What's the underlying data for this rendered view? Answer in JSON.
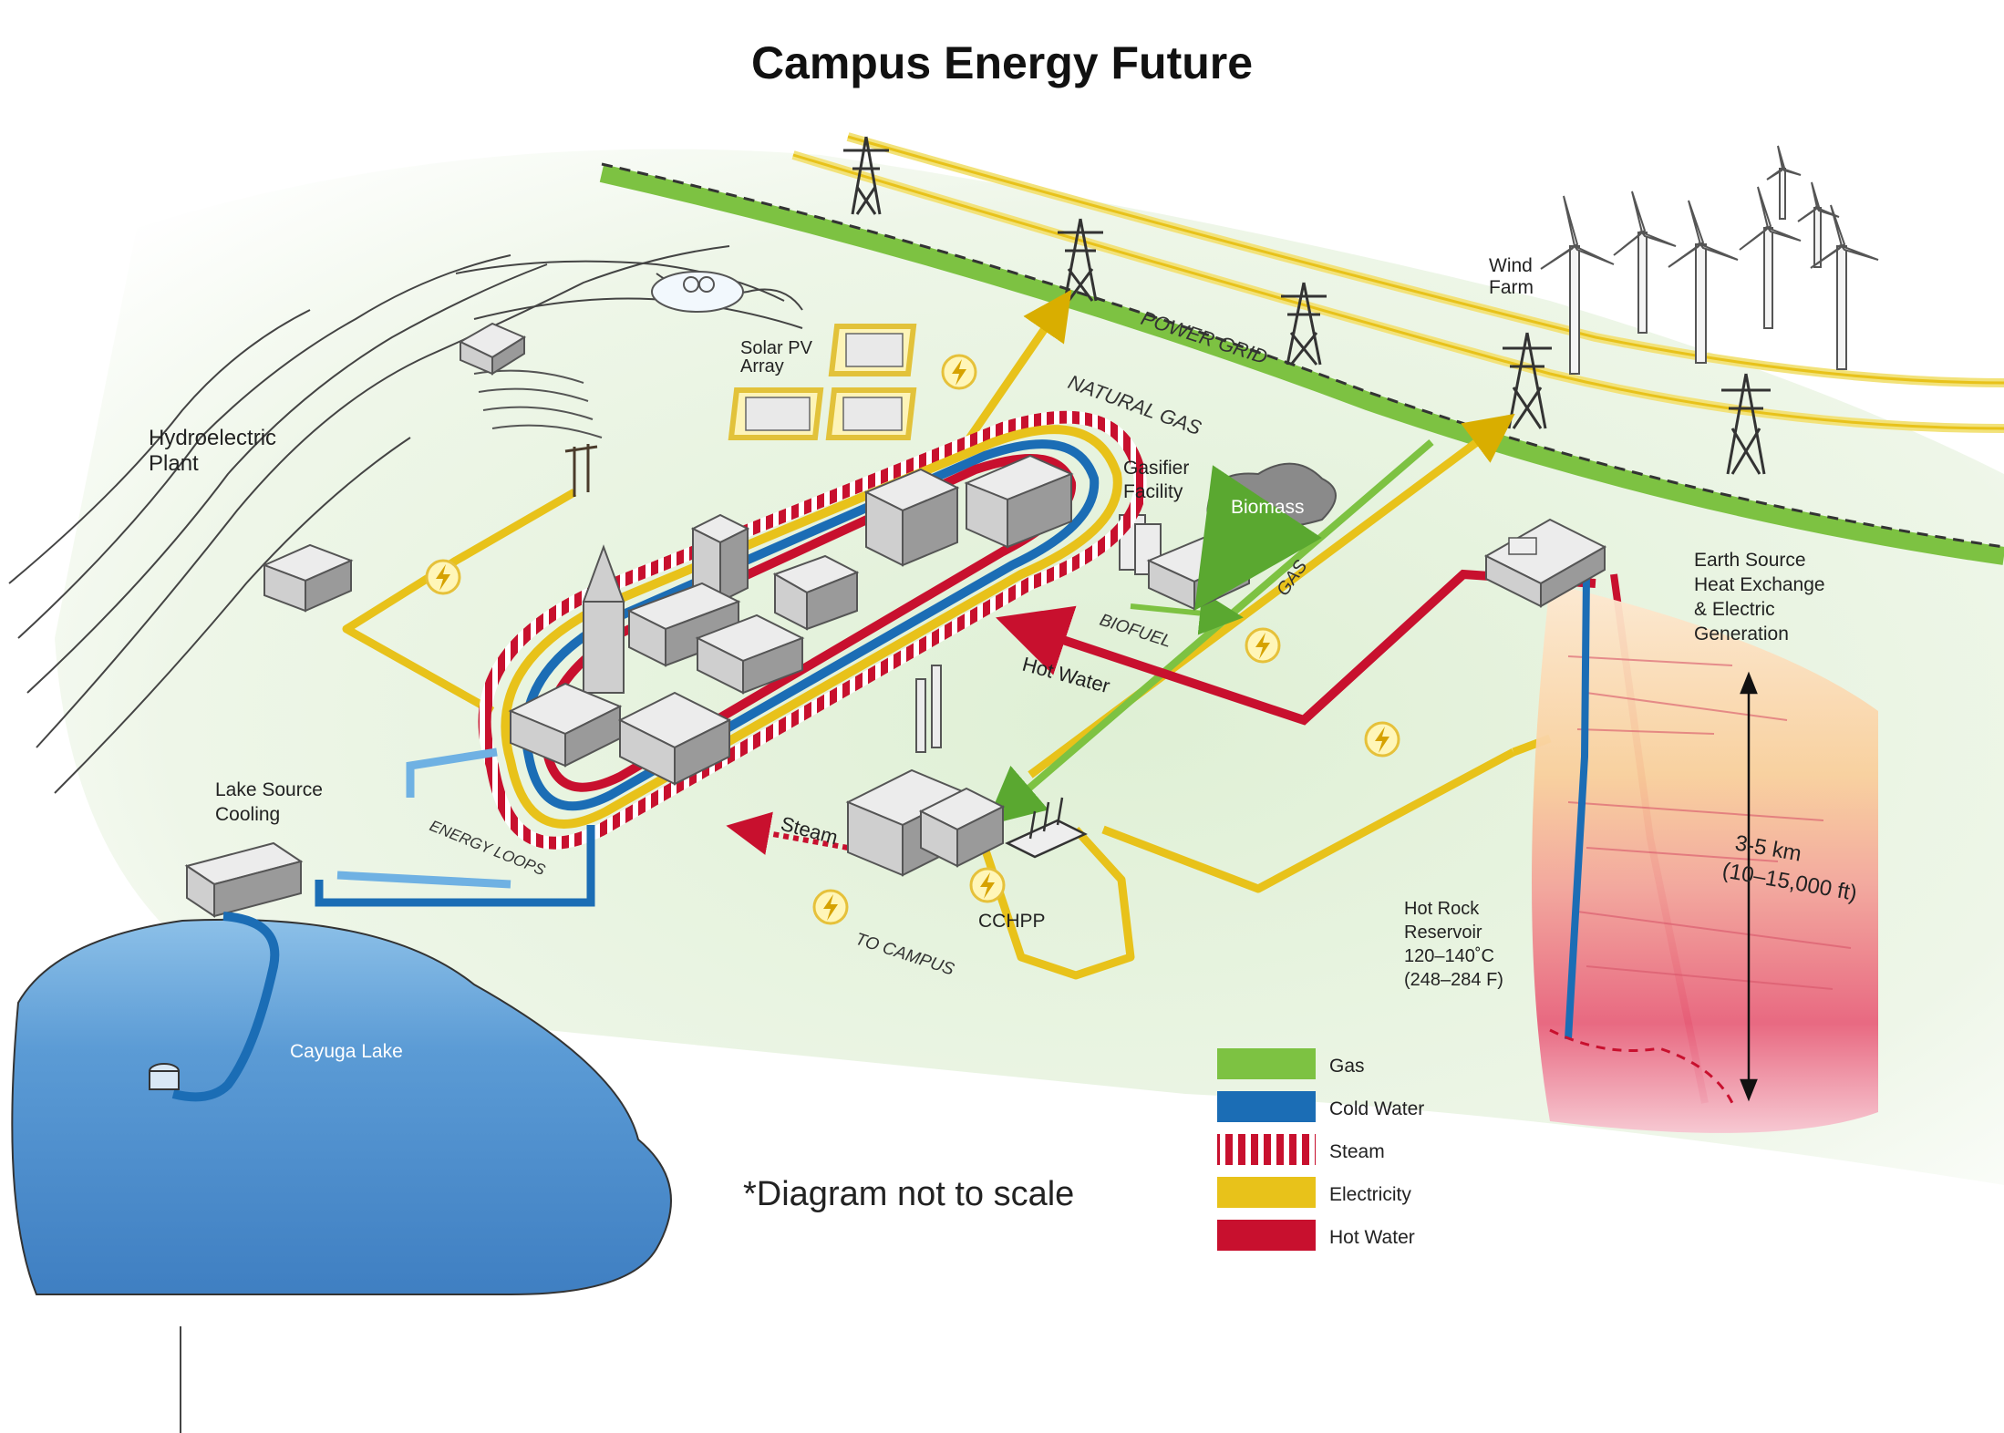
{
  "title": "Campus Energy Future",
  "note": "*Diagram not to scale",
  "labels": {
    "hydro_line1": "Hydroelectric",
    "hydro_line2": "Plant",
    "solar_line1": "Solar PV",
    "solar_line2": "Array",
    "power_grid": "POWER GRID",
    "natural_gas": "NATURAL GAS",
    "wind_line1": "Wind",
    "wind_line2": "Farm",
    "gasifier_line1": "Gasifier",
    "gasifier_line2": "Facility",
    "biomass": "Biomass",
    "biofuel": "BIOFUEL",
    "gas": "GAS",
    "hot_water": "Hot Water",
    "steam": "Steam",
    "cchpp": "CCHPP",
    "to_campus": "TO CAMPUS",
    "energy_loops": "ENERGY LOOPS",
    "lake_cooling_line1": "Lake Source",
    "lake_cooling_line2": "Cooling",
    "cayuga_lake": "Cayuga Lake",
    "earth_line1": "Earth Source",
    "earth_line2": "Heat Exchange",
    "earth_line3": "& Electric",
    "earth_line4": "Generation",
    "depth_line1": "3-5 km",
    "depth_line2": "(10–15,000 ft)",
    "hotrock_line1": "Hot Rock",
    "hotrock_line2": "Reservoir",
    "hotrock_line3": "120–140˚C",
    "hotrock_line4": "(248–284 F)"
  },
  "legend": [
    {
      "label": "Gas",
      "color": "#7dc242",
      "pattern": "solid"
    },
    {
      "label": "Cold Water",
      "color": "#1b6db5",
      "pattern": "solid"
    },
    {
      "label": "Steam",
      "color": "#c8102e",
      "pattern": "striped"
    },
    {
      "label": "Electricity",
      "color": "#e8c21a",
      "pattern": "solid"
    },
    {
      "label": "Hot Water",
      "color": "#c8102e",
      "pattern": "solid"
    }
  ],
  "colors": {
    "gas": "#7dc242",
    "cold_water": "#1b6db5",
    "light_water": "#6fb1e3",
    "steam": "#c8102e",
    "electricity": "#e8c21a",
    "hot_water": "#c8102e",
    "lake": "#3f86c8"
  },
  "icons": [
    "lightning-bolt-icon",
    "transmission-tower-icon",
    "wind-turbine-icon",
    "solar-panel-icon",
    "power-pole-icon"
  ]
}
